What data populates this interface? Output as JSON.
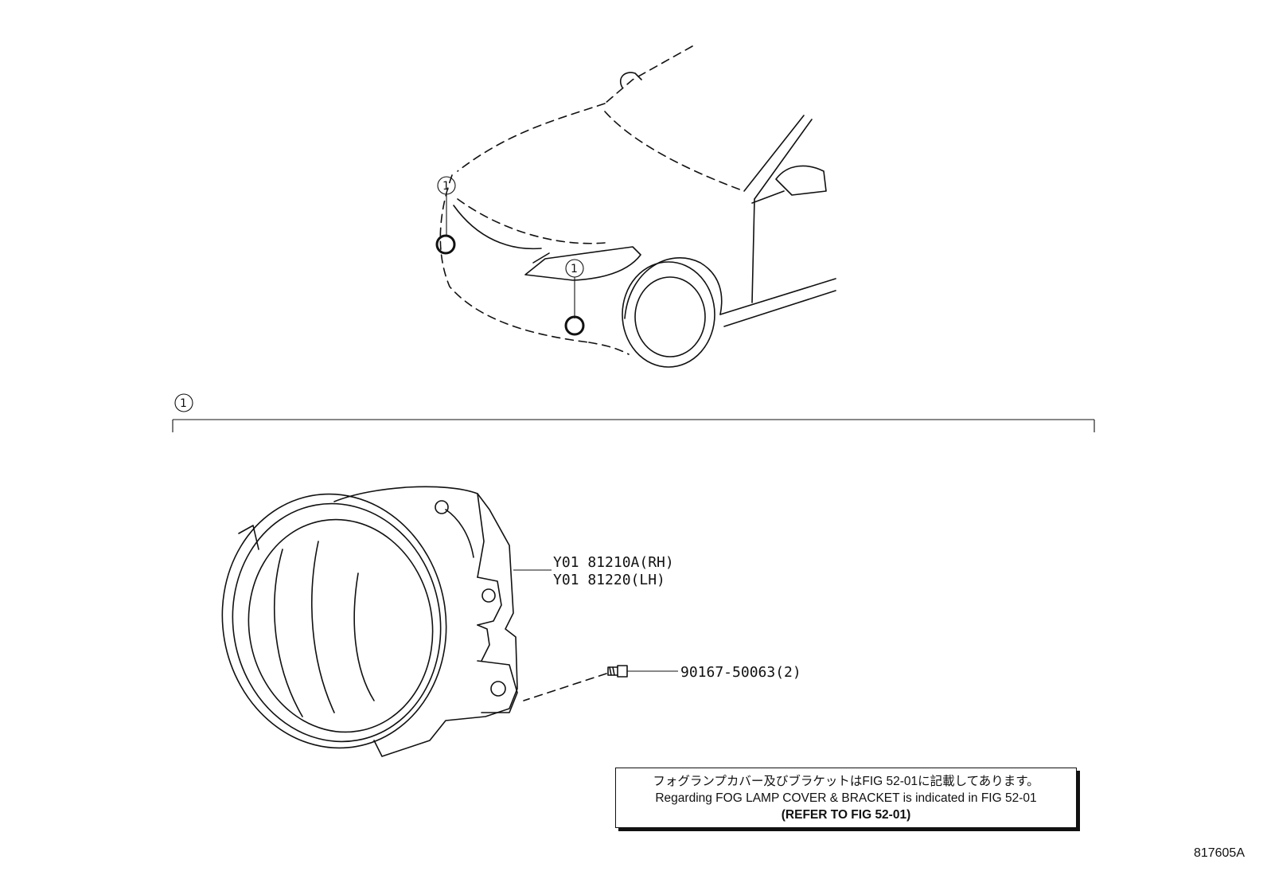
{
  "callouts": {
    "item_number": "1"
  },
  "parts": [
    {
      "part_number": "Y01 81210A(RH)"
    },
    {
      "part_number": "Y01 81220(LH)"
    },
    {
      "part_number": "90167-50063(2)"
    }
  ],
  "note": {
    "line_jp": "フォグランプカバー及びブラケットはFIG 52-01に記載してあります。",
    "line_en": "Regarding FOG LAMP COVER & BRACKET is indicated in FIG 52-01",
    "line_ref": "(REFER TO FIG 52-01)"
  },
  "figure_id": "817605A"
}
